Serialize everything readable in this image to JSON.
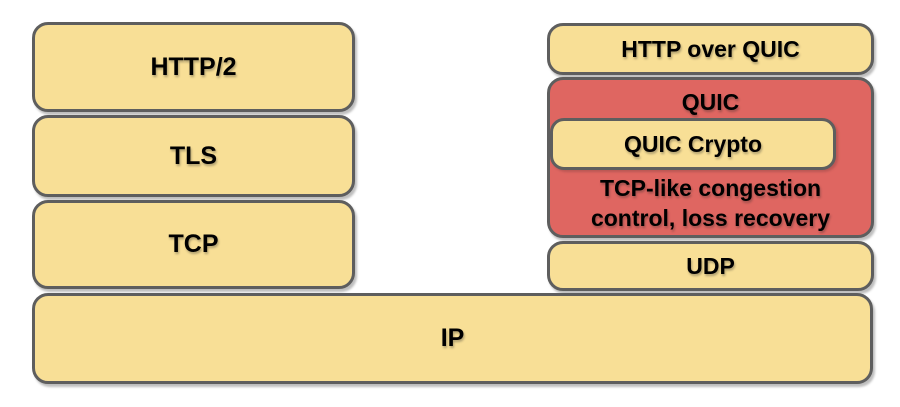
{
  "colors": {
    "box_fill": "#F8DF96",
    "quic_fill": "#DF6661",
    "border": "#5E5E5E",
    "text": "#000000"
  },
  "left_stack": {
    "boxes": [
      {
        "label": "HTTP/2"
      },
      {
        "label": "TLS"
      },
      {
        "label": "TCP"
      }
    ]
  },
  "right_stack": {
    "http_over_quic_label": "HTTP over QUIC",
    "quic": {
      "label": "QUIC",
      "crypto_label": "QUIC Crypto",
      "congestion_line1": "TCP-like congestion",
      "congestion_line2": "control, loss recovery"
    },
    "udp_label": "UDP"
  },
  "ip_label": "IP"
}
